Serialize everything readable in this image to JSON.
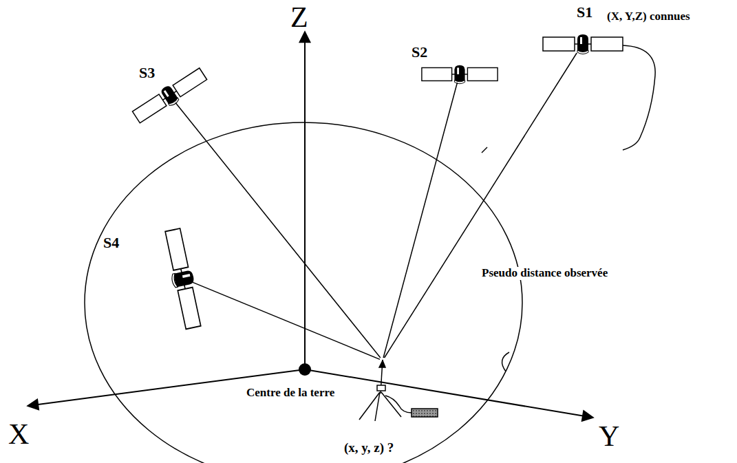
{
  "diagram": {
    "nodes": [
      {
        "text": [
          "S1",
          "(X, Y,Z) connues"
        ]
      },
      {
        "text": [
          "S2"
        ]
      },
      {
        "text": [
          "S3"
        ]
      },
      {
        "text": [
          "S4"
        ]
      },
      {
        "text": [
          "(x, y, z) ?"
        ]
      }
    ],
    "edges": [
      {
        "from": 4,
        "to": 0,
        "arrow": "none"
      },
      {
        "from": 4,
        "to": 1,
        "arrow": "none"
      },
      {
        "from": 4,
        "to": 2,
        "arrow": "none"
      },
      {
        "from": 4,
        "to": 3,
        "arrow": "none"
      }
    ],
    "labels": [
      "Z",
      "X",
      "Y",
      "Pseudo distance observée",
      "Centre de la terre"
    ]
  }
}
